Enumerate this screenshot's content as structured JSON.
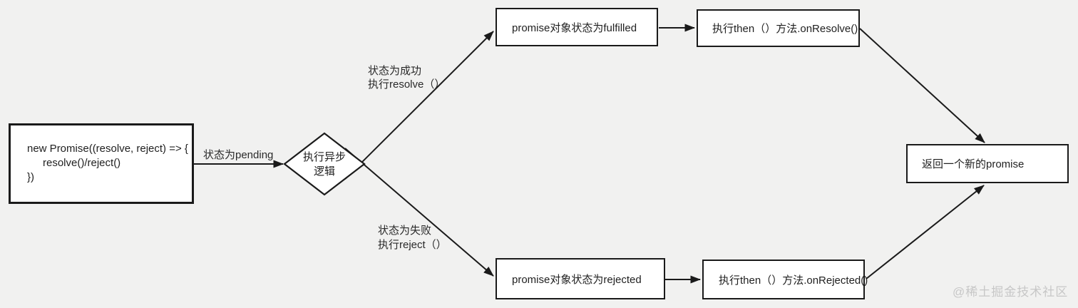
{
  "canvas": {
    "background_color": "#f1f1f0",
    "stroke_color": "#1a1a1a",
    "node_fill_color": "#ffffff",
    "watermark_color": "#c7c7c7"
  },
  "nodes": {
    "code": {
      "line1": "new Promise((resolve, reject) => {",
      "line2": "resolve()/reject()",
      "line3": "})"
    },
    "async_diamond": {
      "line1": "执行异步",
      "line2": "逻辑"
    },
    "fulfilled": {
      "label": "promise对象状态为fulfilled"
    },
    "on_resolve": {
      "label": "执行then（）方法.onResolve()"
    },
    "rejected": {
      "label": "promise对象状态为rejected"
    },
    "on_rejected": {
      "label": "执行then（）方法.onRejected()"
    },
    "return_promise": {
      "label": "返回一个新的promise"
    }
  },
  "edge_labels": {
    "pending": "状态为pending",
    "success_line1": "状态为成功",
    "success_line2": "执行resolve（）",
    "fail_line1": "状态为失败",
    "fail_line2": "执行reject（）"
  },
  "watermark": "@稀土掘金技术社区"
}
